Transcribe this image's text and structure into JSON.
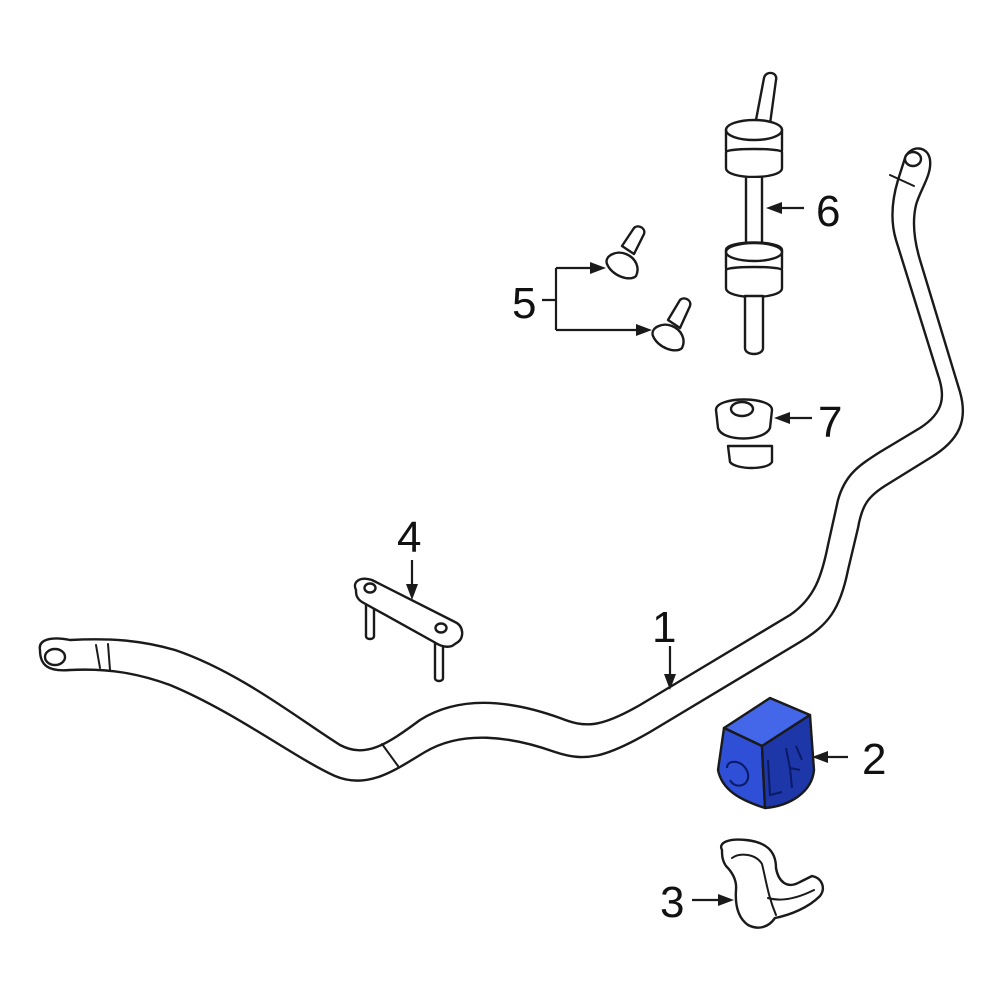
{
  "colors": {
    "highlight": "#2e4fd6",
    "highlight_dark": "#1d36a8",
    "highlight_light": "#4466e8",
    "line": "#1a1a1a"
  },
  "callouts": {
    "part1": "1",
    "part2": "2",
    "part3": "3",
    "part4": "4",
    "part5": "5",
    "part6": "6",
    "part7": "7"
  },
  "highlighted_part": "2"
}
